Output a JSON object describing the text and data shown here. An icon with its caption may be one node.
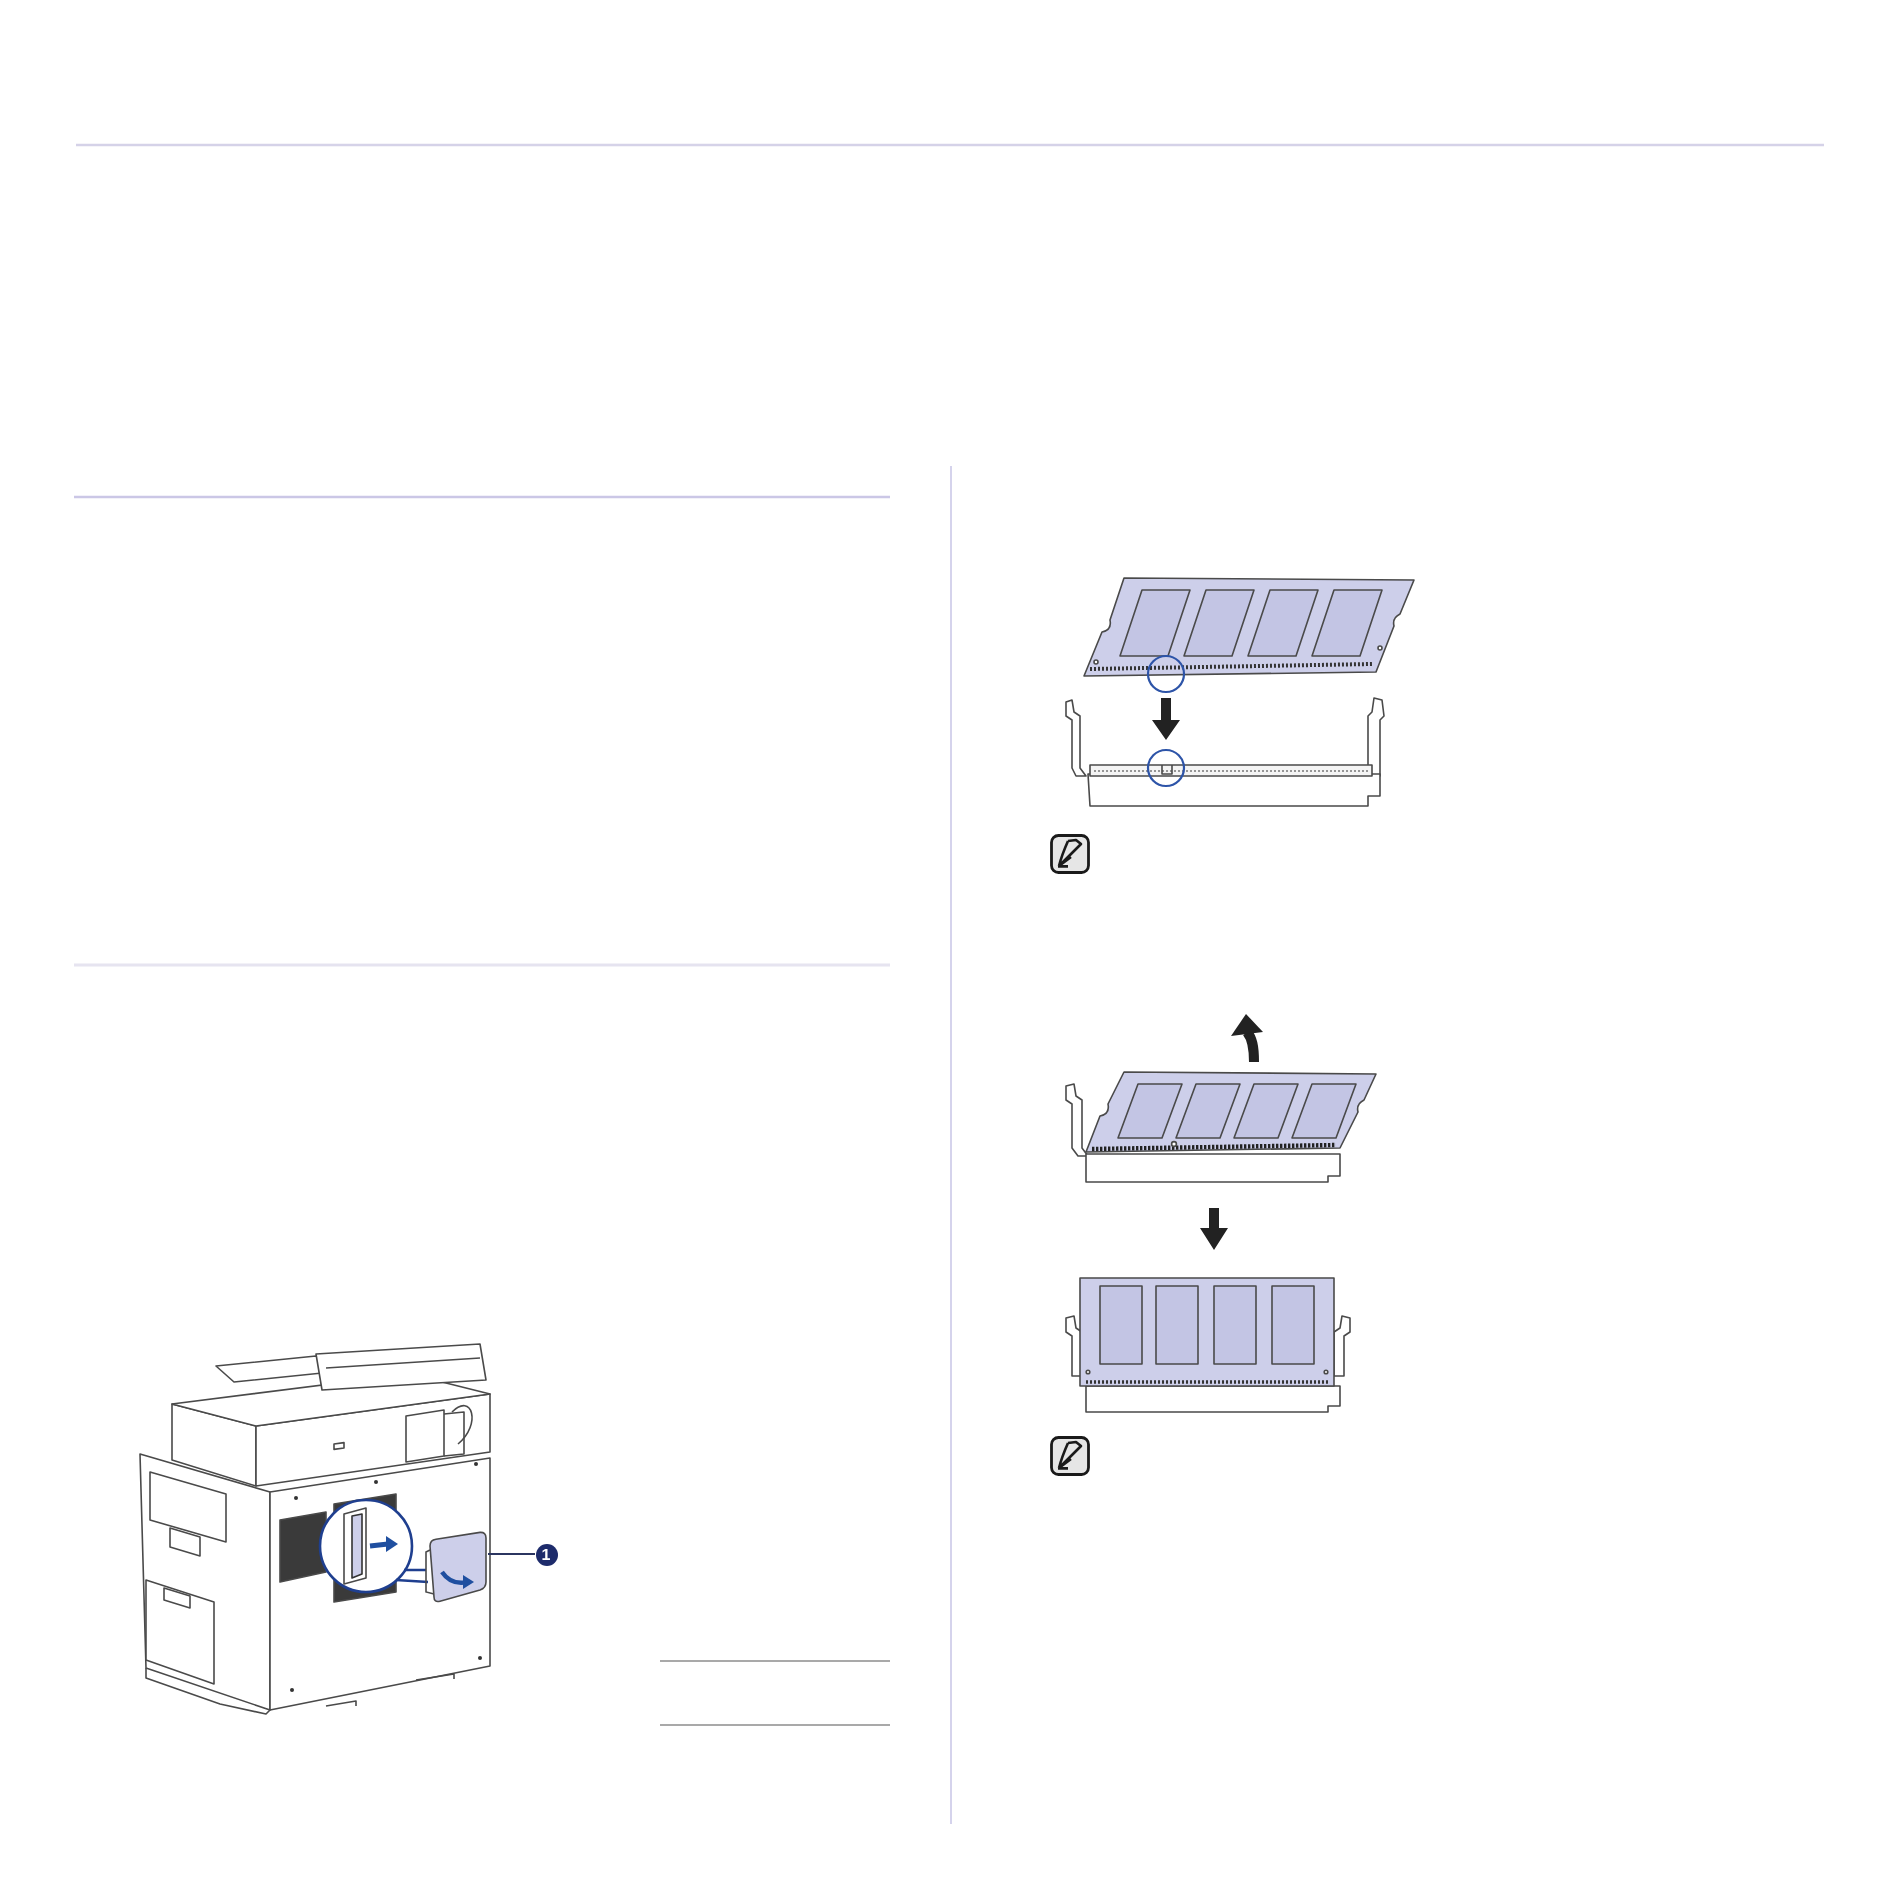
{
  "diagram": {
    "nodes": [
      {
        "text": [
          "1"
        ]
      },
      {
        "text": [],
        "shape": "box"
      }
    ],
    "edges": [
      {
        "from": 0,
        "to": 1,
        "arrow": "none"
      }
    ]
  }
}
